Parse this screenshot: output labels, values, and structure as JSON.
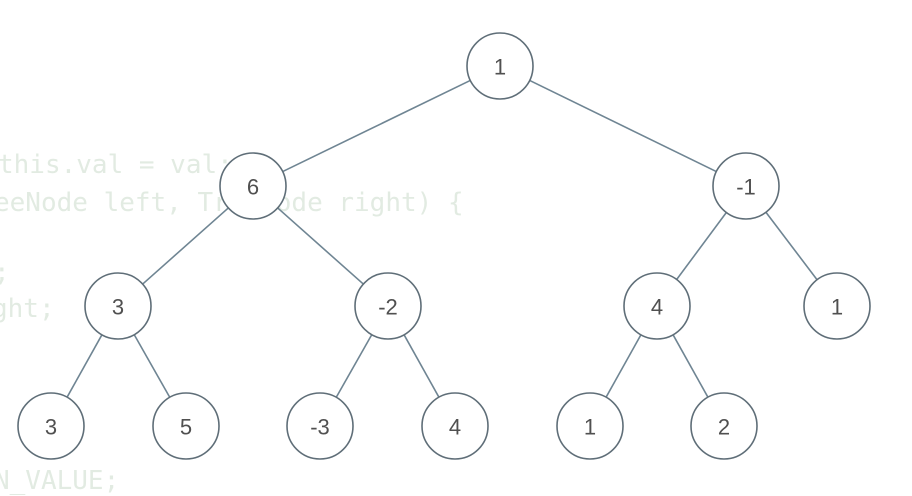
{
  "background_code": [
    "this.val = val; }",
    "eeNode left, TreeNode right) {",
    ";",
    "ght;",
    "N_VALUE;"
  ],
  "tree": {
    "nodes": [
      {
        "id": "n0",
        "value": "1"
      },
      {
        "id": "n1",
        "value": "6"
      },
      {
        "id": "n2",
        "value": "-1"
      },
      {
        "id": "n3",
        "value": "3"
      },
      {
        "id": "n4",
        "value": "-2"
      },
      {
        "id": "n5",
        "value": "4"
      },
      {
        "id": "n6",
        "value": "1"
      },
      {
        "id": "n7",
        "value": "3"
      },
      {
        "id": "n8",
        "value": "5"
      },
      {
        "id": "n9",
        "value": "-3"
      },
      {
        "id": "n10",
        "value": "4"
      },
      {
        "id": "n11",
        "value": "1"
      },
      {
        "id": "n12",
        "value": "2"
      }
    ],
    "edges": [
      [
        "n0",
        "n1"
      ],
      [
        "n0",
        "n2"
      ],
      [
        "n1",
        "n3"
      ],
      [
        "n1",
        "n4"
      ],
      [
        "n2",
        "n5"
      ],
      [
        "n2",
        "n6"
      ],
      [
        "n3",
        "n7"
      ],
      [
        "n3",
        "n8"
      ],
      [
        "n4",
        "n9"
      ],
      [
        "n4",
        "n10"
      ],
      [
        "n5",
        "n11"
      ],
      [
        "n5",
        "n12"
      ]
    ]
  }
}
